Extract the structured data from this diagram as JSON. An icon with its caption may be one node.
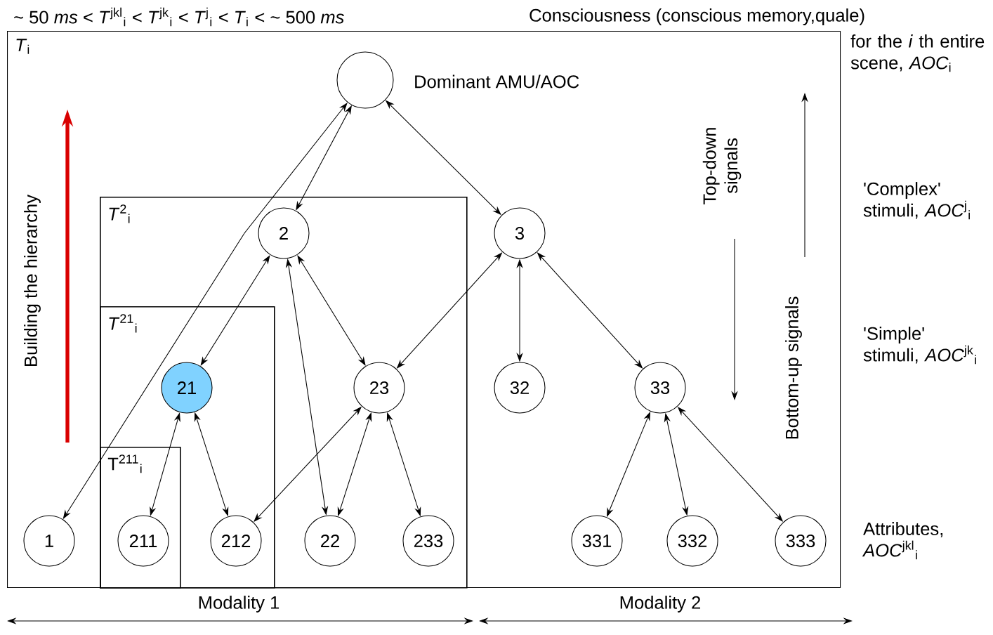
{
  "diagram": {
    "nodes": [
      {
        "text": [
          "*T*$_{i}$"
        ]
      },
      {
        "text": [
          "*T*$^{2}$$_{i}$"
        ],
        "in": 0
      },
      {
        "text": [
          "*T*$^{21}$$_{i}$"
        ],
        "in": 1
      },
      {
        "text": [
          "T$^{211}$$_{i}$"
        ],
        "in": 2
      },
      {
        "text": [],
        "shape": "circle",
        "in": 0,
        "beside": [
          "Dominant AMU/AOC"
        ]
      },
      {
        "text": [
          "2"
        ],
        "in": 1
      },
      {
        "text": [
          "3"
        ],
        "in": 0
      },
      {
        "text": [
          "21"
        ],
        "in": 2
      },
      {
        "text": [
          "23"
        ],
        "in": 1
      },
      {
        "text": [
          "32"
        ],
        "in": 0
      },
      {
        "text": [
          "33"
        ],
        "in": 0
      },
      {
        "text": [
          "1"
        ],
        "in": 0
      },
      {
        "text": [
          "211"
        ],
        "in": 3
      },
      {
        "text": [
          "212"
        ],
        "in": 2
      },
      {
        "text": [
          "22"
        ],
        "in": 1
      },
      {
        "text": [
          "233"
        ],
        "in": 1
      },
      {
        "text": [
          "331"
        ],
        "in": 0
      },
      {
        "text": [
          "332"
        ],
        "in": 0
      },
      {
        "text": [
          "333"
        ],
        "in": 0
      }
    ],
    "edges": [
      {
        "from": 4,
        "to": 11,
        "arrow": "both"
      },
      {
        "from": 4,
        "to": 5,
        "arrow": "both"
      },
      {
        "from": 4,
        "to": 6,
        "arrow": "both"
      },
      {
        "from": 5,
        "to": 7,
        "arrow": "both"
      },
      {
        "from": 5,
        "to": 14,
        "arrow": "both"
      },
      {
        "from": 5,
        "to": 8,
        "arrow": "both"
      },
      {
        "from": 6,
        "to": 8,
        "arrow": "both"
      },
      {
        "from": 6,
        "to": 9,
        "arrow": "both"
      },
      {
        "from": 6,
        "to": 10,
        "arrow": "both"
      },
      {
        "from": 7,
        "to": 12,
        "arrow": "both"
      },
      {
        "from": 7,
        "to": 13,
        "arrow": "both"
      },
      {
        "from": 8,
        "to": 13,
        "arrow": "both"
      },
      {
        "from": 8,
        "to": 14,
        "arrow": "both"
      },
      {
        "from": 8,
        "to": 15,
        "arrow": "both"
      },
      {
        "from": 10,
        "to": 16,
        "arrow": "both"
      },
      {
        "from": 10,
        "to": 17,
        "arrow": "both"
      },
      {
        "from": 10,
        "to": 18,
        "arrow": "both"
      }
    ],
    "labels": [
      "~ 50 *ms* < *T*$^{jkl}$$_{i}$ < *T*$^{jk}$$_{i}$ < *T*$^{j}$$_{i}$ < *T*$_{i}$ < ~ 500 *ms*",
      "Consciousness (conscious memory,quale)",
      "for the *i* th entire scene, *AOC*$_{i}$",
      "Building the hierarchy",
      "Top-down signals",
      "Bottom-up signals",
      "'Complex' stimuli, *AOC*$^{j}$$_{i}$",
      "'Simple' stimuli, *AOC*$^{jk}$$_{i}$",
      "Attributes, *AOC*$^{jkl}$$_{i}$",
      "Modality 1",
      "Modality 2"
    ]
  }
}
